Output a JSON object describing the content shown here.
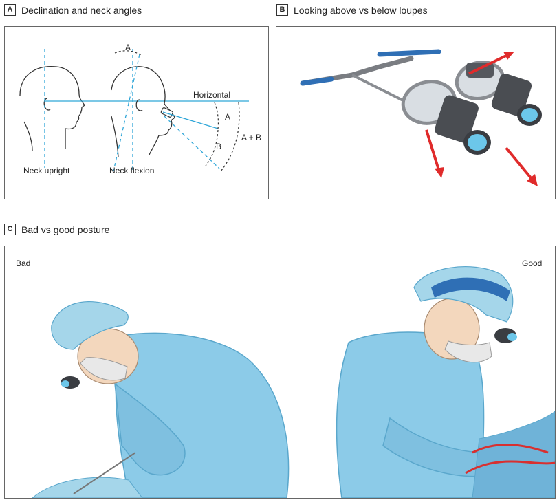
{
  "panels": {
    "a": {
      "letter": "A",
      "title": "Declination and neck angles",
      "labels": {
        "angle_a_top": "A",
        "horizontal": "Horizontal",
        "angle_a": "A",
        "angle_b": "B",
        "angle_ab": "A + B",
        "neck_upright": "Neck upright",
        "neck_flexion": "Neck flexion"
      }
    },
    "b": {
      "letter": "B",
      "title": "Looking above vs below loupes"
    },
    "c": {
      "letter": "C",
      "title": "Bad vs good posture",
      "labels": {
        "bad": "Bad",
        "good": "Good"
      }
    }
  },
  "colors": {
    "line_blue": "#2fa6d8",
    "scrub_blue": "#8ccbe8",
    "scrub_dark": "#5aa7cc",
    "cap_blue": "#a5d6ea",
    "arrow_red": "#e02b2b",
    "frame_blue": "#2f6fb5",
    "skin": "#f3d7bd"
  },
  "icons": [
    "head-outline",
    "eye-icon",
    "loupe-glasses",
    "arrow-icon",
    "surgeon-figure"
  ]
}
